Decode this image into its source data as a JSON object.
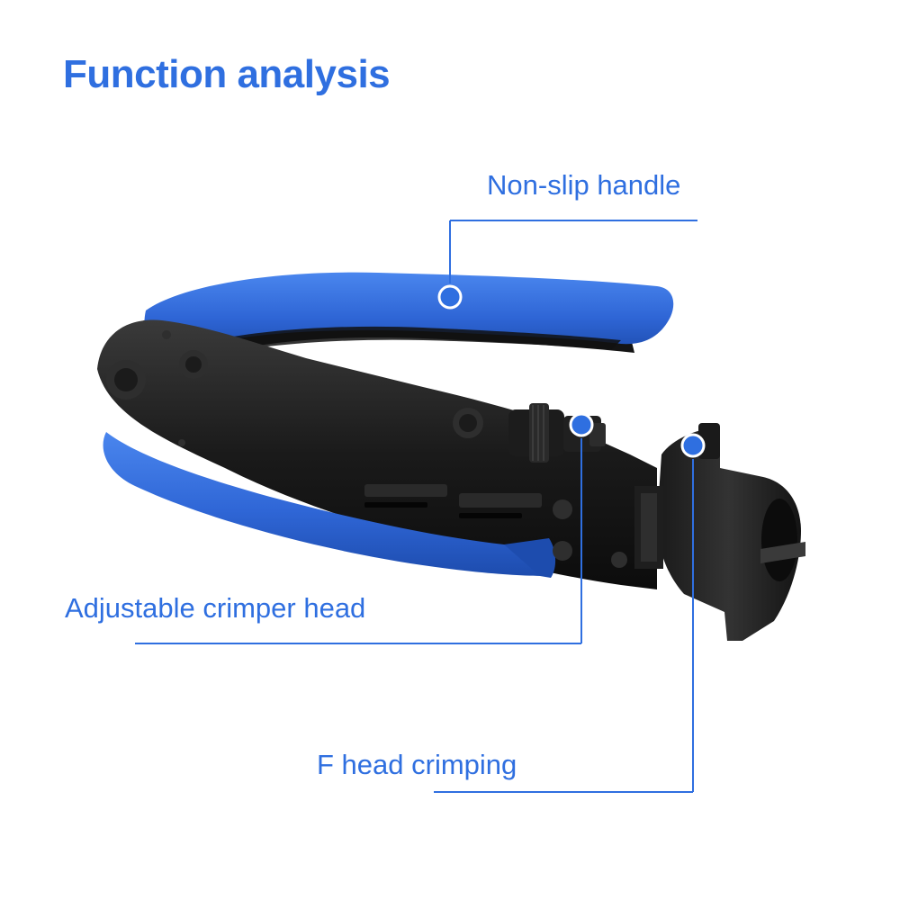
{
  "title": "Function analysis",
  "callouts": {
    "handle": "Non-slip handle",
    "crimper": "Adjustable crimper head",
    "fhead": "F head crimping"
  },
  "image": {
    "subject": "coax-compression-crimping-tool"
  },
  "colors": {
    "accent": "#2f6fe0",
    "handle_blue": "#2f66d6",
    "handle_blue_dark": "#1e4fb8",
    "tool_black": "#161616",
    "tool_gray": "#2b2b2b"
  }
}
